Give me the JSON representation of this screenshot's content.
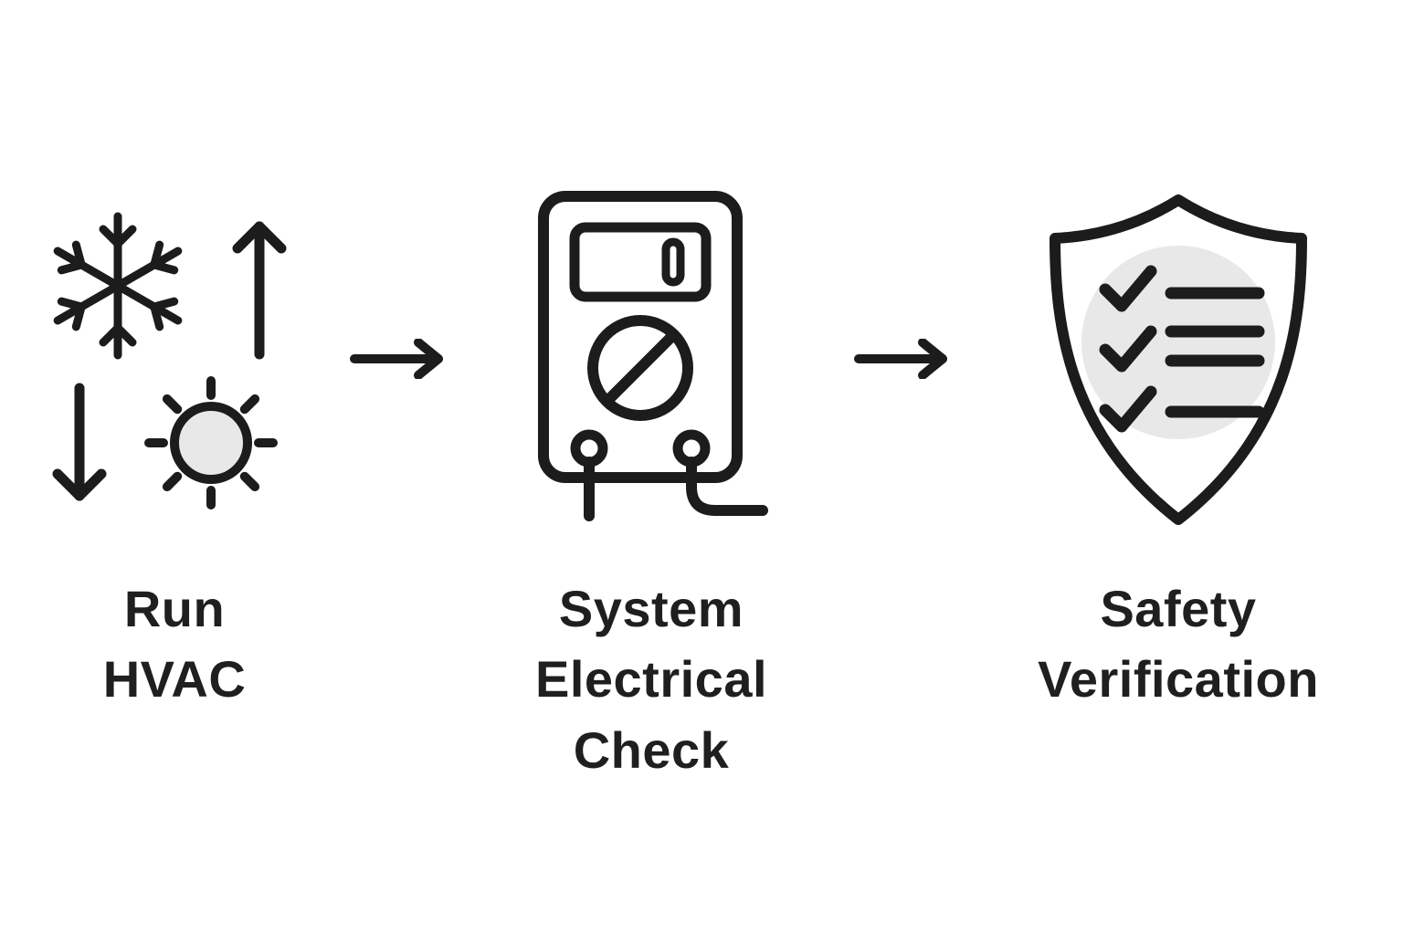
{
  "diagram": {
    "background": "#ffffff",
    "stroke_color": "#1c1c1c",
    "light_fill_color": "#e8e8e8",
    "text_color": "#1f1f1f",
    "steps": [
      {
        "id": "run-hvac",
        "label": "Run\nHVAC",
        "icon": "hvac-snowflake-sun-arrows-icon"
      },
      {
        "id": "system-electrical-check",
        "label": "System\nElectrical\nCheck",
        "icon": "multimeter-icon"
      },
      {
        "id": "safety-verification",
        "label": "Safety\nVerification",
        "icon": "shield-checklist-icon"
      }
    ],
    "connectors": [
      {
        "id": "connector-1",
        "icon": "arrow-right-icon"
      },
      {
        "id": "connector-2",
        "icon": "arrow-right-icon"
      }
    ]
  }
}
